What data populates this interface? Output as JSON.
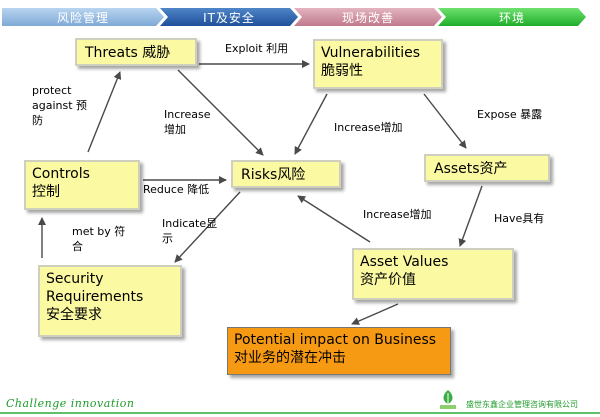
{
  "nav": {
    "tabs": [
      {
        "label": "风险管理"
      },
      {
        "label": "IT及安全"
      },
      {
        "label": "现场改善"
      },
      {
        "label": "环境"
      }
    ]
  },
  "nodes": {
    "threats": {
      "en": "Threats 威胁"
    },
    "vulnerabilities": {
      "en": "Vulnerabilities",
      "cn": "脆弱性"
    },
    "controls": {
      "en": "Controls",
      "cn": "控制"
    },
    "risks": {
      "en": "Risks风险"
    },
    "assets": {
      "en": "Assets资产"
    },
    "security_requirements": {
      "en1": "Security",
      "en2": "Requirements",
      "cn": "安全要求"
    },
    "asset_values": {
      "en": "Asset Values",
      "cn": "资产价值"
    },
    "potential_impact": {
      "en": "Potential impact on Business",
      "cn": "对业务的潜在冲击"
    }
  },
  "edge_labels": {
    "exploit": "Exploit 利用",
    "protect_against": "protect against 预防",
    "increase_threats_risks": "Increase 增加",
    "increase_vulns_risks": "Increase增加",
    "expose": "Expose 暴露",
    "reduce": "Reduce 降低",
    "indicate": "Indicate显示",
    "met_by": "met by 符合",
    "increase_values_risks": "Increase增加",
    "have": "Have具有"
  },
  "footer": {
    "slogan": "Challenge innovation",
    "company": "盛世东鑫企业管理咨询有限公司"
  },
  "colors": {
    "box_fill": "#fbf9a2",
    "impact_fill": "#f79a13",
    "brand_green": "#1e9a2a"
  }
}
